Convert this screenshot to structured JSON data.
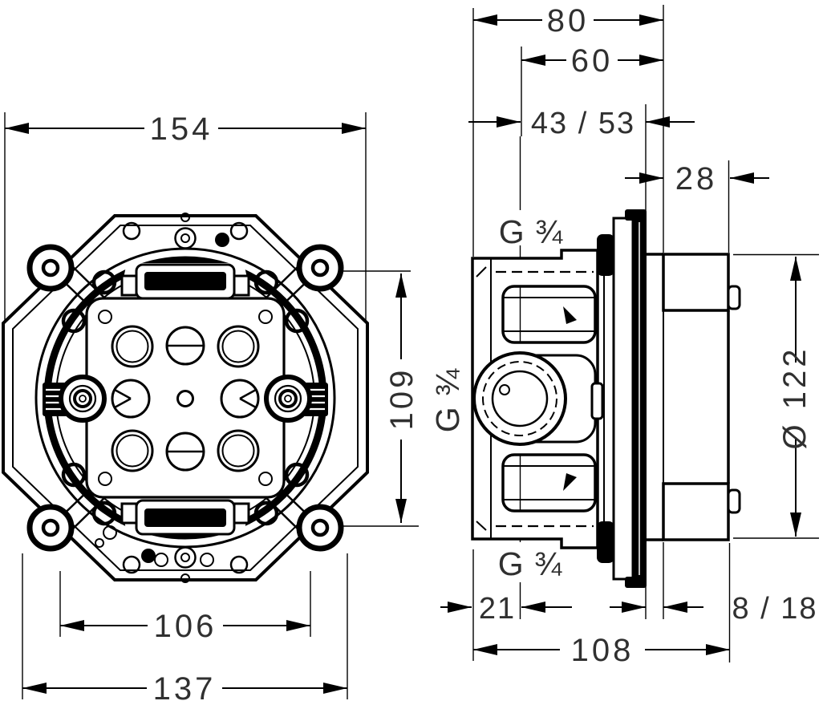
{
  "drawing": {
    "type": "technical-dimension-drawing",
    "views": {
      "front": "front view",
      "side": "side section view"
    },
    "dims": {
      "front_overall_width": "154",
      "mounting_hole_width": "106",
      "flange_width": "137",
      "depth_total": "80",
      "depth_front": "60",
      "install_depth_range": "43 / 53",
      "shield_depth": "28",
      "body_height": "109",
      "shield_diameter": "Ø 122",
      "rear_offset": "21",
      "overall_depth": "108",
      "finish_wall_range": "8 / 18"
    },
    "threads": {
      "top": "G ¾",
      "bottom": "G ¾",
      "side": "G ¾"
    },
    "colors": {
      "line": "#000000",
      "text": "#303030",
      "background": "#ffffff"
    }
  }
}
